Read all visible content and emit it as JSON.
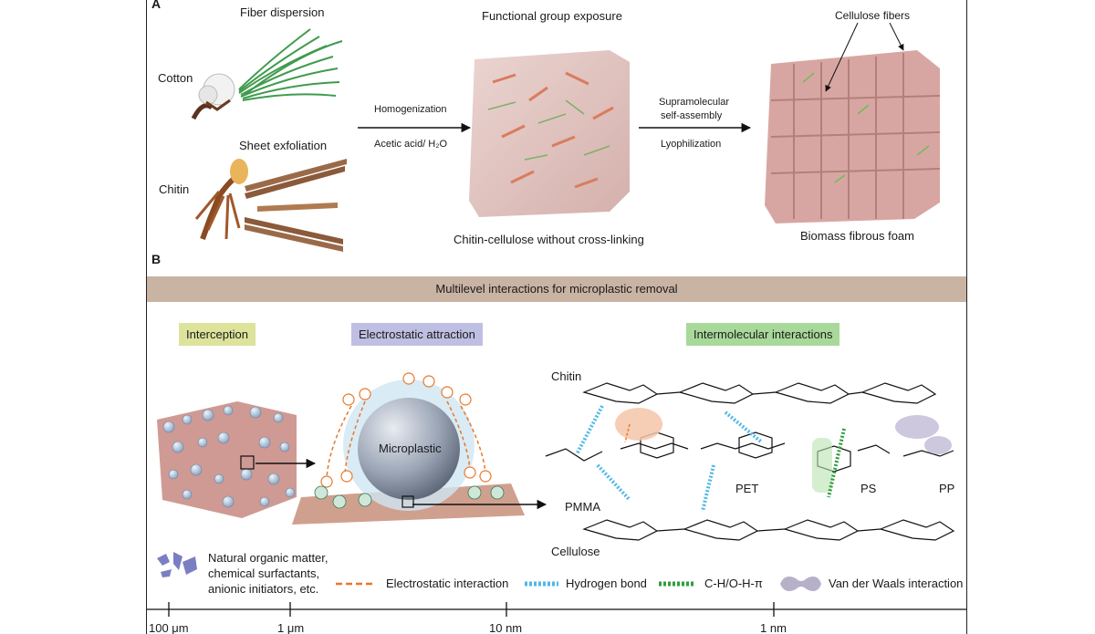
{
  "panel_a": {
    "label": "A",
    "fiber_dispersion": "Fiber dispersion",
    "cotton": "Cotton",
    "sheet_exfoliation": "Sheet exfoliation",
    "chitin": "Chitin",
    "functional_group_exposure": "Functional group exposure",
    "homogenization": "Homogenization",
    "acetic_acid": "Acetic acid/ H₂O",
    "chitin_cellulose": "Chitin-cellulose without cross-linking",
    "supramolecular": "Supramolecular",
    "self_assembly": "self-assembly",
    "lyophilization": "Lyophilization",
    "cellulose_fibers": "Cellulose fibers",
    "biomass_foam": "Biomass fibrous foam"
  },
  "panel_b": {
    "label": "B",
    "banner": "Multilevel interactions for microplastic removal",
    "interception": "Interception",
    "electrostatic_attraction": "Electrostatic attraction",
    "intermolecular_interactions": "Intermolecular interactions",
    "microplastic": "Microplastic",
    "chitin": "Chitin",
    "cellulose": "Cellulose",
    "pmma": "PMMA",
    "pet": "PET",
    "ps": "PS",
    "pp": "PP",
    "nom_line1": "Natural organic matter,",
    "nom_line2": "chemical surfactants,",
    "nom_line3": "anionic initiators, etc.",
    "legend": {
      "electrostatic": "Electrostatic interaction",
      "hydrogen": "Hydrogen bond",
      "ch_pi": "C-H/O-H-π",
      "vdw": "Van der Waals interaction"
    },
    "colors": {
      "electrostatic": "#e8782a",
      "hydrogen": "#4fb8e6",
      "ch_pi": "#2e9e3e",
      "vdw": "#a9a3bd"
    }
  },
  "scale": {
    "t1": "100 μm",
    "t2": "1 μm",
    "t3": "10 nm",
    "t4": "1 nm"
  }
}
